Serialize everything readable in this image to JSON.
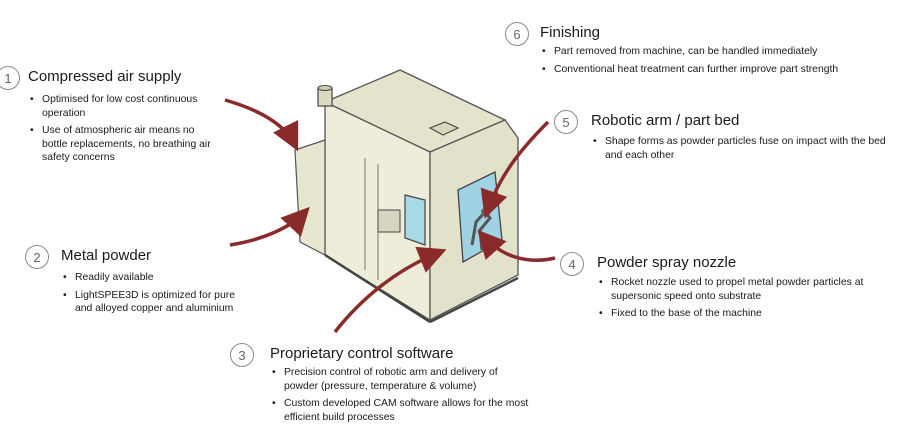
{
  "callouts": [
    {
      "num": "1",
      "title": "Compressed air supply",
      "bullets": [
        "Optimised for low cost continuous operation",
        "Use of atmospheric air means no bottle replacements, no breathing air safety concerns"
      ]
    },
    {
      "num": "2",
      "title": "Metal powder",
      "bullets": [
        "Readily available",
        "LightSPEE3D is optimized for pure and alloyed copper and aluminium"
      ]
    },
    {
      "num": "3",
      "title": "Proprietary control software",
      "bullets": [
        "Precision control of robotic arm and delivery of powder (pressure, temperature & volume)",
        "Custom developed CAM software allows for the most efficient build processes"
      ]
    },
    {
      "num": "4",
      "title": "Powder spray nozzle",
      "bullets": [
        "Rocket nozzle used to propel metal powder particles at supersonic speed onto substrate",
        "Fixed to the base of the machine"
      ]
    },
    {
      "num": "5",
      "title": "Robotic arm / part bed",
      "bullets": [
        "Shape forms as powder particles fuse on impact with the bed and each other"
      ]
    },
    {
      "num": "6",
      "title": "Finishing",
      "bullets": [
        "Part removed from machine, can be handled immediately",
        "Conventional heat treatment can further improve part strength"
      ]
    }
  ],
  "colors": {
    "arrow": "#8b2a2a",
    "machine_fill": "#eeedd9",
    "machine_stroke": "#555",
    "window": "#a9d8e6"
  },
  "illustration": {
    "name": "cold-spray-3d-printer-sketch"
  }
}
